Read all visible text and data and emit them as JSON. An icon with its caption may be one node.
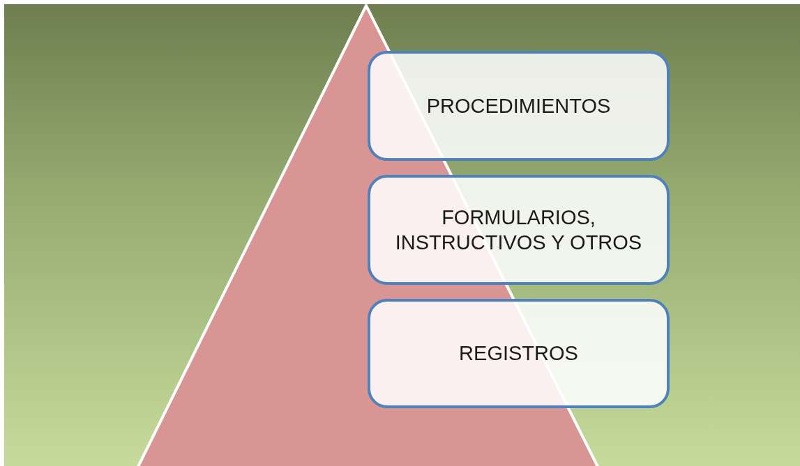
{
  "diagram": {
    "nodes": [
      {
        "text": [
          "PROCEDIMIENTOS"
        ]
      },
      {
        "text": [
          "FORMULARIOS, INSTRUCTIVOS Y OTROS"
        ]
      },
      {
        "text": [
          "REGISTROS"
        ]
      }
    ]
  }
}
